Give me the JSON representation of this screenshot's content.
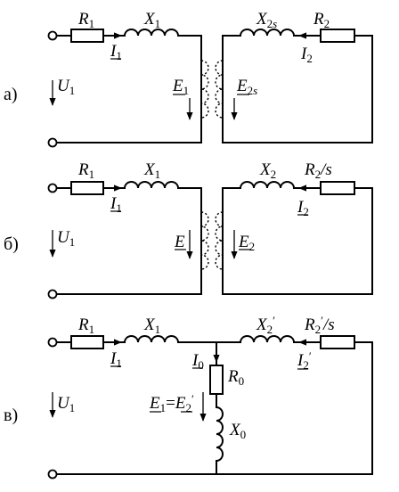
{
  "diagrams": {
    "a": {
      "tag": "а)",
      "R1": {
        "base": "R",
        "sub": "1"
      },
      "X1": {
        "base": "X",
        "sub": "1"
      },
      "I1": {
        "base": "I",
        "sub": "1"
      },
      "U1": {
        "base": "U",
        "sub": "1"
      },
      "E1": {
        "base": "E",
        "sub": "1"
      },
      "E2s": {
        "base": "E",
        "sub": "2",
        "sub2": "s"
      },
      "X2s": {
        "base": "X",
        "sub": "2",
        "sub2": "s"
      },
      "R2": {
        "base": "R",
        "sub": "2"
      },
      "I2": {
        "base": "I",
        "sub": "2"
      }
    },
    "b": {
      "tag": "б)",
      "R1": {
        "base": "R",
        "sub": "1"
      },
      "X1": {
        "base": "X",
        "sub": "1"
      },
      "I1": {
        "base": "I",
        "sub": "1"
      },
      "U1": {
        "base": "U",
        "sub": "1"
      },
      "E": {
        "base": "E"
      },
      "E2": {
        "base": "E",
        "sub": "2"
      },
      "X2": {
        "base": "X",
        "sub": "2"
      },
      "R2s": {
        "base": "R",
        "sub": "2",
        "suffix": "/s"
      },
      "I2": {
        "base": "I",
        "sub": "2"
      }
    },
    "c": {
      "tag": "в)",
      "R1": {
        "base": "R",
        "sub": "1"
      },
      "X1": {
        "base": "X",
        "sub": "1"
      },
      "I1": {
        "base": "I",
        "sub": "1"
      },
      "U1": {
        "base": "U",
        "sub": "1"
      },
      "I0": {
        "base": "I",
        "sub": "0"
      },
      "R0": {
        "base": "R",
        "sub": "0"
      },
      "X0": {
        "base": "X",
        "sub": "0"
      },
      "E1": {
        "base": "E",
        "sub": "1"
      },
      "eq": "=",
      "E2p": {
        "base": "E",
        "sub": "2",
        "prime": "′"
      },
      "X2p": {
        "base": "X",
        "sub": "2",
        "prime": "′"
      },
      "R2ps": {
        "base": "R",
        "sub": "2",
        "prime": "′",
        "suffix": "/s"
      },
      "I2p": {
        "base": "I",
        "sub": "2",
        "prime": "′"
      }
    }
  }
}
